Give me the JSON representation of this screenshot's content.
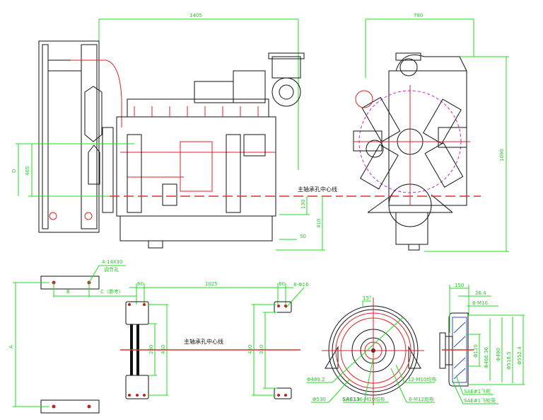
{
  "side_view": {
    "length_dim": "1405",
    "left_dims": [
      "D",
      "405"
    ],
    "centerline_label": "主轴承孔中心线",
    "right_dims": [
      "130",
      "410",
      "50"
    ]
  },
  "front_view": {
    "width_dim": "780",
    "height_dim": "1090"
  },
  "mount_plan": {
    "slot_label": "4-14X30",
    "slot_sublabel": "调节孔",
    "dim_a": "A",
    "dim_b": "B",
    "dim_c": "C（参考）",
    "dim_60_left": "60",
    "dim_span": "1025",
    "dim_60_right": "60",
    "hole_label": "8-Φ16",
    "centerline_label": "主轴承孔中心线",
    "left_inner": "290",
    "left_outer": "450",
    "right_outer": "450",
    "right_inner": "310"
  },
  "flywheel_housing": {
    "angle": "15°",
    "labels": [
      "Φ489.2",
      "Φ530",
      "SAE13",
      "16-M10均布",
      "12-M10均布",
      "8-M12均布"
    ]
  },
  "flywheel_section": {
    "dims": [
      "150",
      "26.4",
      "8-M10"
    ],
    "diameters": [
      "Φ120",
      "Φ466.36",
      "Φ490",
      "Φ518.5",
      "Φ552.4"
    ],
    "callouts": [
      "SAE#1飞轮",
      "SAE#1飞轮壳"
    ]
  }
}
